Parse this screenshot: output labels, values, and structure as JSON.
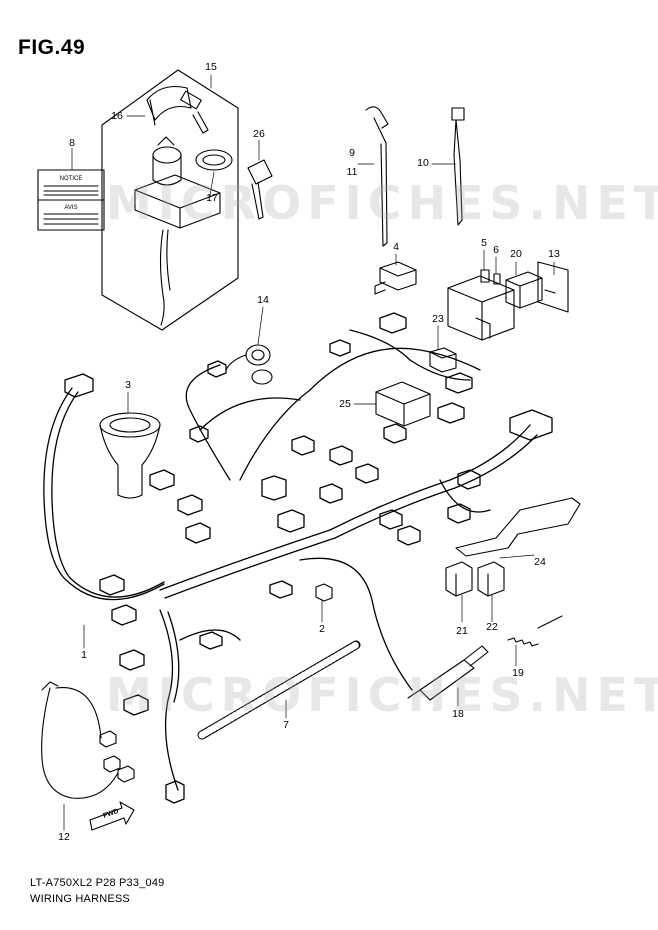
{
  "figure": {
    "title": "FIG.49"
  },
  "watermark": {
    "text": "MICROFICHES.NET"
  },
  "notice_label": {
    "top": "NOTICE",
    "bottom": "AVIS"
  },
  "fwd_arrow": {
    "text": "FWD"
  },
  "callouts": {
    "p1": "1",
    "p2": "2",
    "p3": "3",
    "p4": "4",
    "p5": "5",
    "p6": "6",
    "p7": "7",
    "p8": "8",
    "p9": "9",
    "p10": "10",
    "p11": "11",
    "p12": "12",
    "p13": "13",
    "p14": "14",
    "p15": "15",
    "p16": "16",
    "p17": "17",
    "p18": "18",
    "p19": "19",
    "p20": "20",
    "p21": "21",
    "p22": "22",
    "p23": "23",
    "p24": "24",
    "p25": "25",
    "p26": "26"
  },
  "footer": {
    "model_code": "LT-A750XL2 P28 P33_049",
    "section_name": "WIRING HARNESS"
  }
}
